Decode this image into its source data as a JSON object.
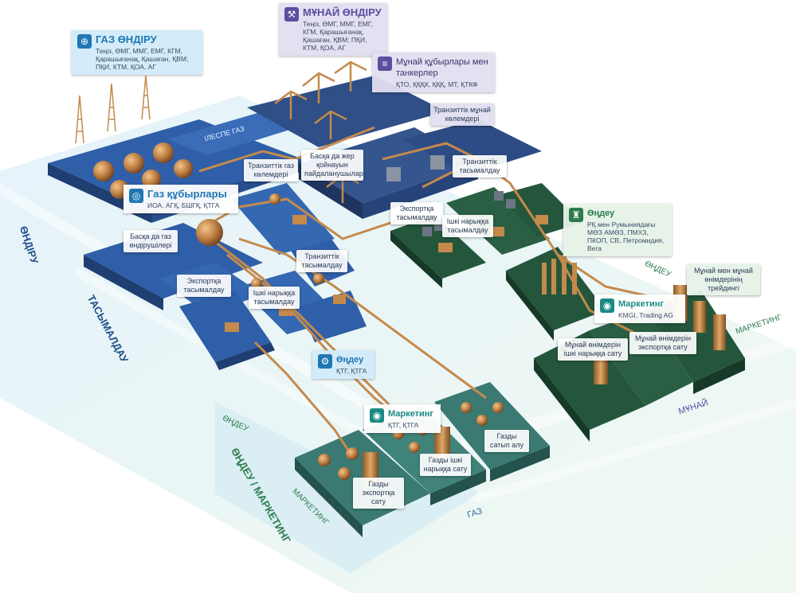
{
  "axes": {
    "production": "ӨНДІРУ",
    "transport": "ТАСЫМАЛДАУ",
    "processing_marketing": "ӨҢДЕУ / МАРКЕТИНГ",
    "processing_small": "ӨҢДЕУ",
    "marketing_small": "МАРКЕТИНГ",
    "gas": "ГАЗ",
    "oil": "МҰНАЙ",
    "oil_processing": "ӨҢДЕУ",
    "oil_marketing": "МАРКЕТИНГ"
  },
  "sections": {
    "gas_production": {
      "title": "ГАЗ ӨНДІРУ",
      "subtitle": "Теңіз, ӨМГ, ММГ, ЕМГ, КГМ, Қарашығанақ, Қашаған, ҚВМ; ПҚИ, КТМ, ҚОА, АГ",
      "icon": "gas-rig-icon"
    },
    "oil_production": {
      "title": "МҰНАЙ ӨНДІРУ",
      "subtitle": "Теңіз, ӨМГ, ММГ, ЕМГ, КГМ, Қарашығанақ, Қашаған, ҚВМ; ПҚИ, КТМ, ҚОА, АГ",
      "icon": "oil-pump-icon"
    },
    "oil_pipelines": {
      "title": "Мұнай құбырлары мен танкерлер",
      "subtitle": "ҚТО, ҚҚҚК, ҚҚҚ, МТ, ҚТКФ",
      "icon": "pipeline-icon"
    },
    "gas_pipelines": {
      "title": "Газ құбырлары",
      "subtitle": "ИОА, АГҚ, БШГҚ, ҚТГА",
      "icon": "gas-pipe-icon"
    },
    "oil_processing": {
      "title": "Өңдеу",
      "subtitle": "РҚ мен Румыниядағы МӨЗ АМӨЗ, ПМХЗ, ПКОП, СВ, Петромидия, Вега",
      "icon": "refinery-icon"
    },
    "oil_marketing": {
      "title": "Маркетинг",
      "subtitle": "KMGI, Trading AG",
      "icon": "marketing-icon"
    },
    "gas_processing": {
      "title": "Өңдеу",
      "subtitle": "ҚТГ, ҚТГА",
      "icon": "gas-processing-icon"
    },
    "gas_marketing": {
      "title": "Маркетинг",
      "subtitle": "ҚТГ, ҚТГА",
      "icon": "gas-marketing-icon"
    }
  },
  "labels": {
    "associated_gas": "ІЛЕСПЕ ГАЗ",
    "transit_gas": "Транзиттік газ көлемдері",
    "other_gas_producers": "Басқа да газ өндірушілері",
    "gas_export_transport": "Экспортқа тасымалдау",
    "gas_domestic_transport": "Ішкі нарыққа тасымалдау",
    "gas_transit_transport": "Транзиттік тасымалдау",
    "other_subsoil_users": "Басқа да жер қойнауын пайдаланушылар",
    "oil_export_transport": "Экспортқа тасымалдау",
    "oil_domestic_transport": "Ішкі нарыққа тасымалдау",
    "oil_transit_volumes": "Транзиттік мұнай көлемдері",
    "oil_transit_transport": "Транзиттік тасымалдау",
    "oil_products_trading": "Мұнай мен мұнай өнімдерінің трейдингі",
    "oil_products_domestic_sale": "Мұнай өнімдерін ішкі нарыққа сату",
    "oil_products_export_sale": "Мұнай өнімдерін экспортқа сату",
    "gas_export_sale": "Газды экспортқа сату",
    "gas_domestic_sale": "Газды ішкі нарыққа сату",
    "gas_purchase": "Газды сатып алу"
  },
  "colors": {
    "gas_platform": "#2f5fa8",
    "oil_platform": "#2f4f86",
    "green_platform": "#24563c",
    "teal_platform": "#3a7a72",
    "copper": "#b97a3e",
    "band_blue": "#cfe6f5",
    "band_green": "#d5ecd9"
  }
}
